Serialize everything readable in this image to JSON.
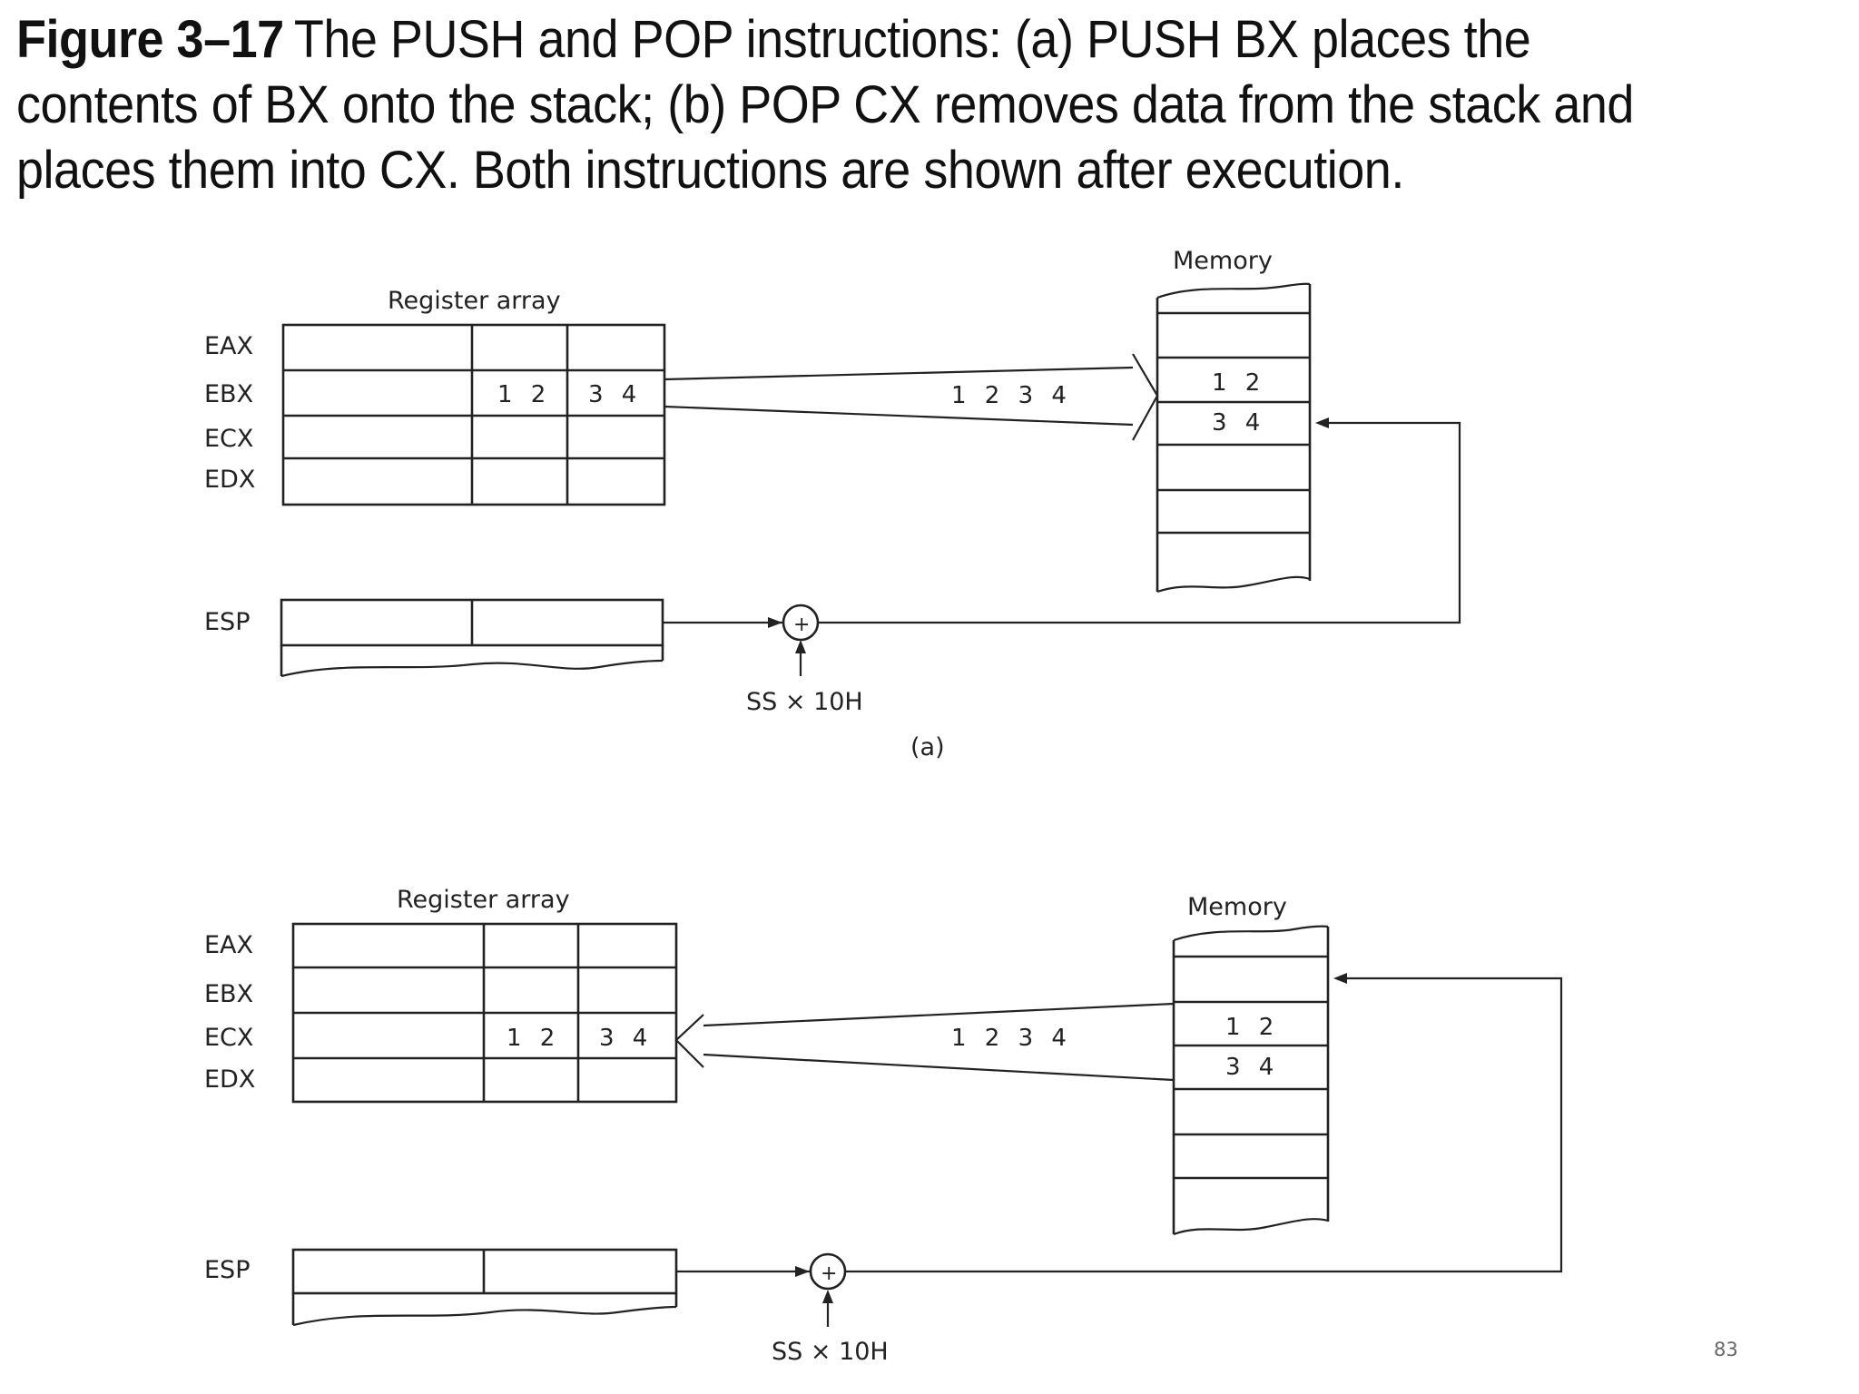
{
  "caption": {
    "figure_label": "Figure 3–17",
    "text": "The PUSH and POP instructions: (a) PUSH BX places the contents of BX onto the stack; (b) POP CX removes data from the stack and places them into CX. Both instructions are shown after execution."
  },
  "panel_a": {
    "register_array_label": "Register array",
    "memory_label": "Memory",
    "registers": [
      "EAX",
      "EBX",
      "ECX",
      "EDX"
    ],
    "register_values": {
      "EBX": [
        "1 2",
        "3 4"
      ]
    },
    "memory_values": [
      "1 2",
      "3 4"
    ],
    "transfer_label": "1 2 3 4",
    "esp_label": "ESP",
    "adder_symbol": "+",
    "ss_label": "SS × 10H",
    "panel_caption": "(a)"
  },
  "panel_b": {
    "register_array_label": "Register array",
    "memory_label": "Memory",
    "registers": [
      "EAX",
      "EBX",
      "ECX",
      "EDX"
    ],
    "register_values": {
      "ECX": [
        "1 2",
        "3 4"
      ]
    },
    "memory_values": [
      "1 2",
      "3 4"
    ],
    "transfer_label": "1 2 3 4",
    "esp_label": "ESP",
    "adder_symbol": "+",
    "ss_label": "SS × 10H"
  },
  "page_number": "83"
}
